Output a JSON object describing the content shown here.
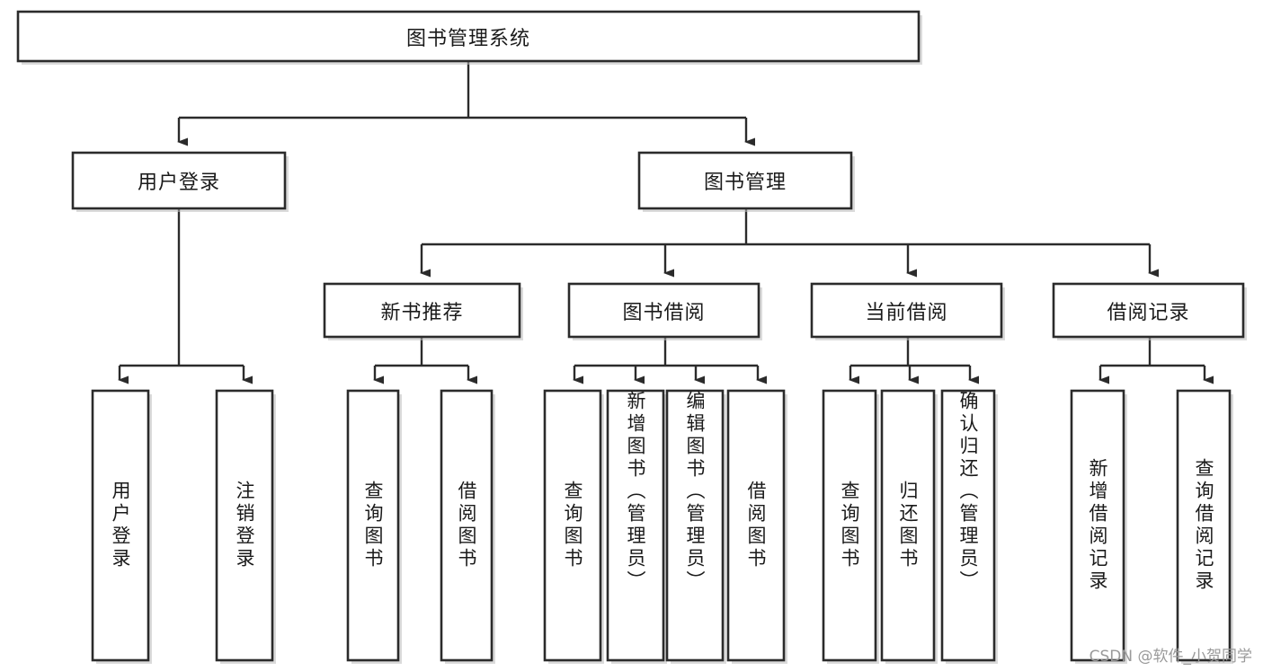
{
  "diagram": {
    "title": "图书管理系统",
    "type": "tree-hierarchy",
    "orientation": "top-down",
    "colors": {
      "box_stroke": "#2b2b2b",
      "box_fill": "#ffffff",
      "connector": "#2b2b2b",
      "text": "#1a1a1a",
      "background": "#ffffff",
      "watermark": "#9a9a9a"
    },
    "root": {
      "label": "图书管理系统"
    },
    "level2": [
      {
        "label": "用户登录"
      },
      {
        "label": "图书管理"
      }
    ],
    "level3": [
      {
        "label": "新书推荐"
      },
      {
        "label": "图书借阅"
      },
      {
        "label": "当前借阅"
      },
      {
        "label": "借阅记录"
      }
    ],
    "leaves": {
      "user_login": [
        {
          "label": "用户登录"
        },
        {
          "label": "注销登录"
        }
      ],
      "new_book_recommend": [
        {
          "label": "查询图书"
        },
        {
          "label": "借阅图书"
        }
      ],
      "book_borrow": [
        {
          "label": "查询图书"
        },
        {
          "label": "新增图书（管理员）"
        },
        {
          "label": "编辑图书（管理员）"
        },
        {
          "label": "借阅图书"
        }
      ],
      "current_borrow": [
        {
          "label": "查询图书"
        },
        {
          "label": "归还图书"
        },
        {
          "label": "确认归还（管理员）"
        }
      ],
      "borrow_record": [
        {
          "label": "新增借阅记录"
        },
        {
          "label": "查询借阅记录"
        }
      ]
    }
  },
  "watermark": {
    "text": "CSDN @软件_小贺同学"
  }
}
